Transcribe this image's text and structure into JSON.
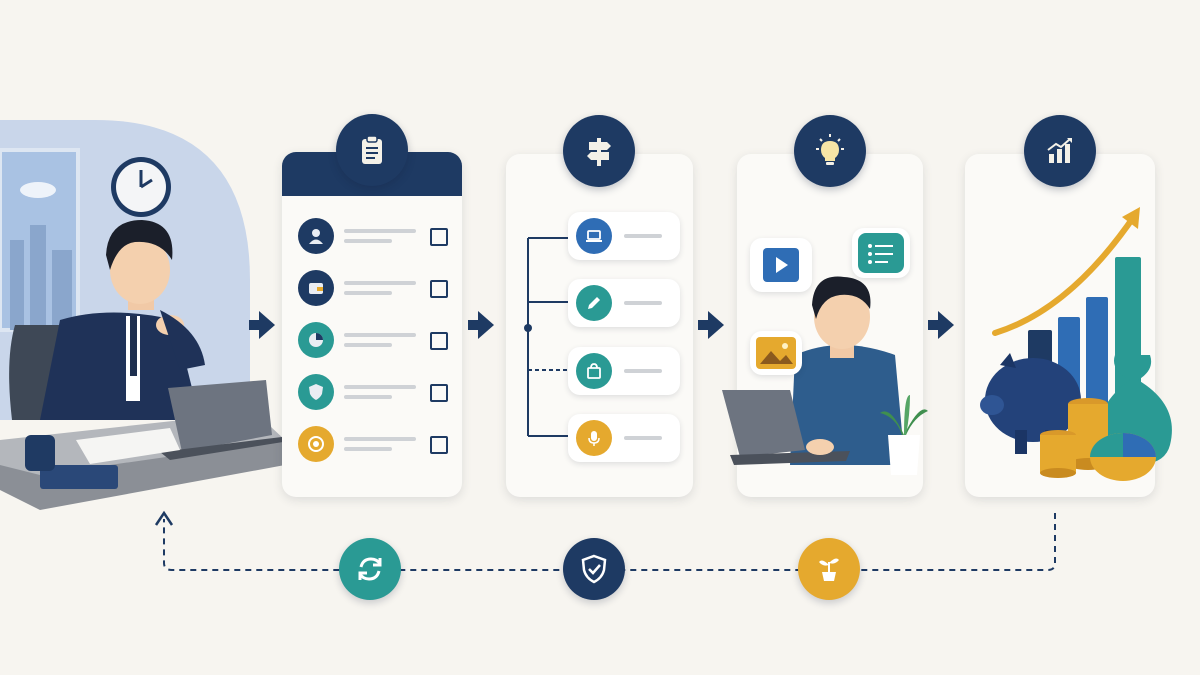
{
  "diagram": {
    "colors": {
      "background": "#f7f5f0",
      "navy": "#1e3a63",
      "teal": "#2a9a94",
      "blue": "#2f6db5",
      "gold": "#e5a92e",
      "panel": "#fbfaf7",
      "muted_line": "#cfd2d6"
    },
    "steps": [
      {
        "id": "worker-at-desk",
        "icon": "person-at-laptop-illustration"
      },
      {
        "id": "checklist",
        "icon": "clipboard-icon",
        "rows": [
          "user-icon",
          "wallet-icon",
          "pie-chart-icon",
          "shield-icon",
          "target-icon"
        ]
      },
      {
        "id": "options",
        "icon": "signpost-icon",
        "rows": [
          "laptop-icon",
          "pencil-icon",
          "shopping-bag-icon",
          "microphone-icon"
        ]
      },
      {
        "id": "create",
        "icon": "lightbulb-icon",
        "extras": [
          "video-play-icon",
          "chat-list-icon",
          "image-icon"
        ]
      },
      {
        "id": "growth",
        "icon": "growth-chart-icon",
        "extras": [
          "piggy-bank-icon",
          "coin-stack-icon",
          "money-bag-icon",
          "pie-chart-icon"
        ]
      }
    ],
    "feedback_loop": [
      "refresh-icon",
      "shield-check-icon",
      "plant-icon"
    ]
  }
}
